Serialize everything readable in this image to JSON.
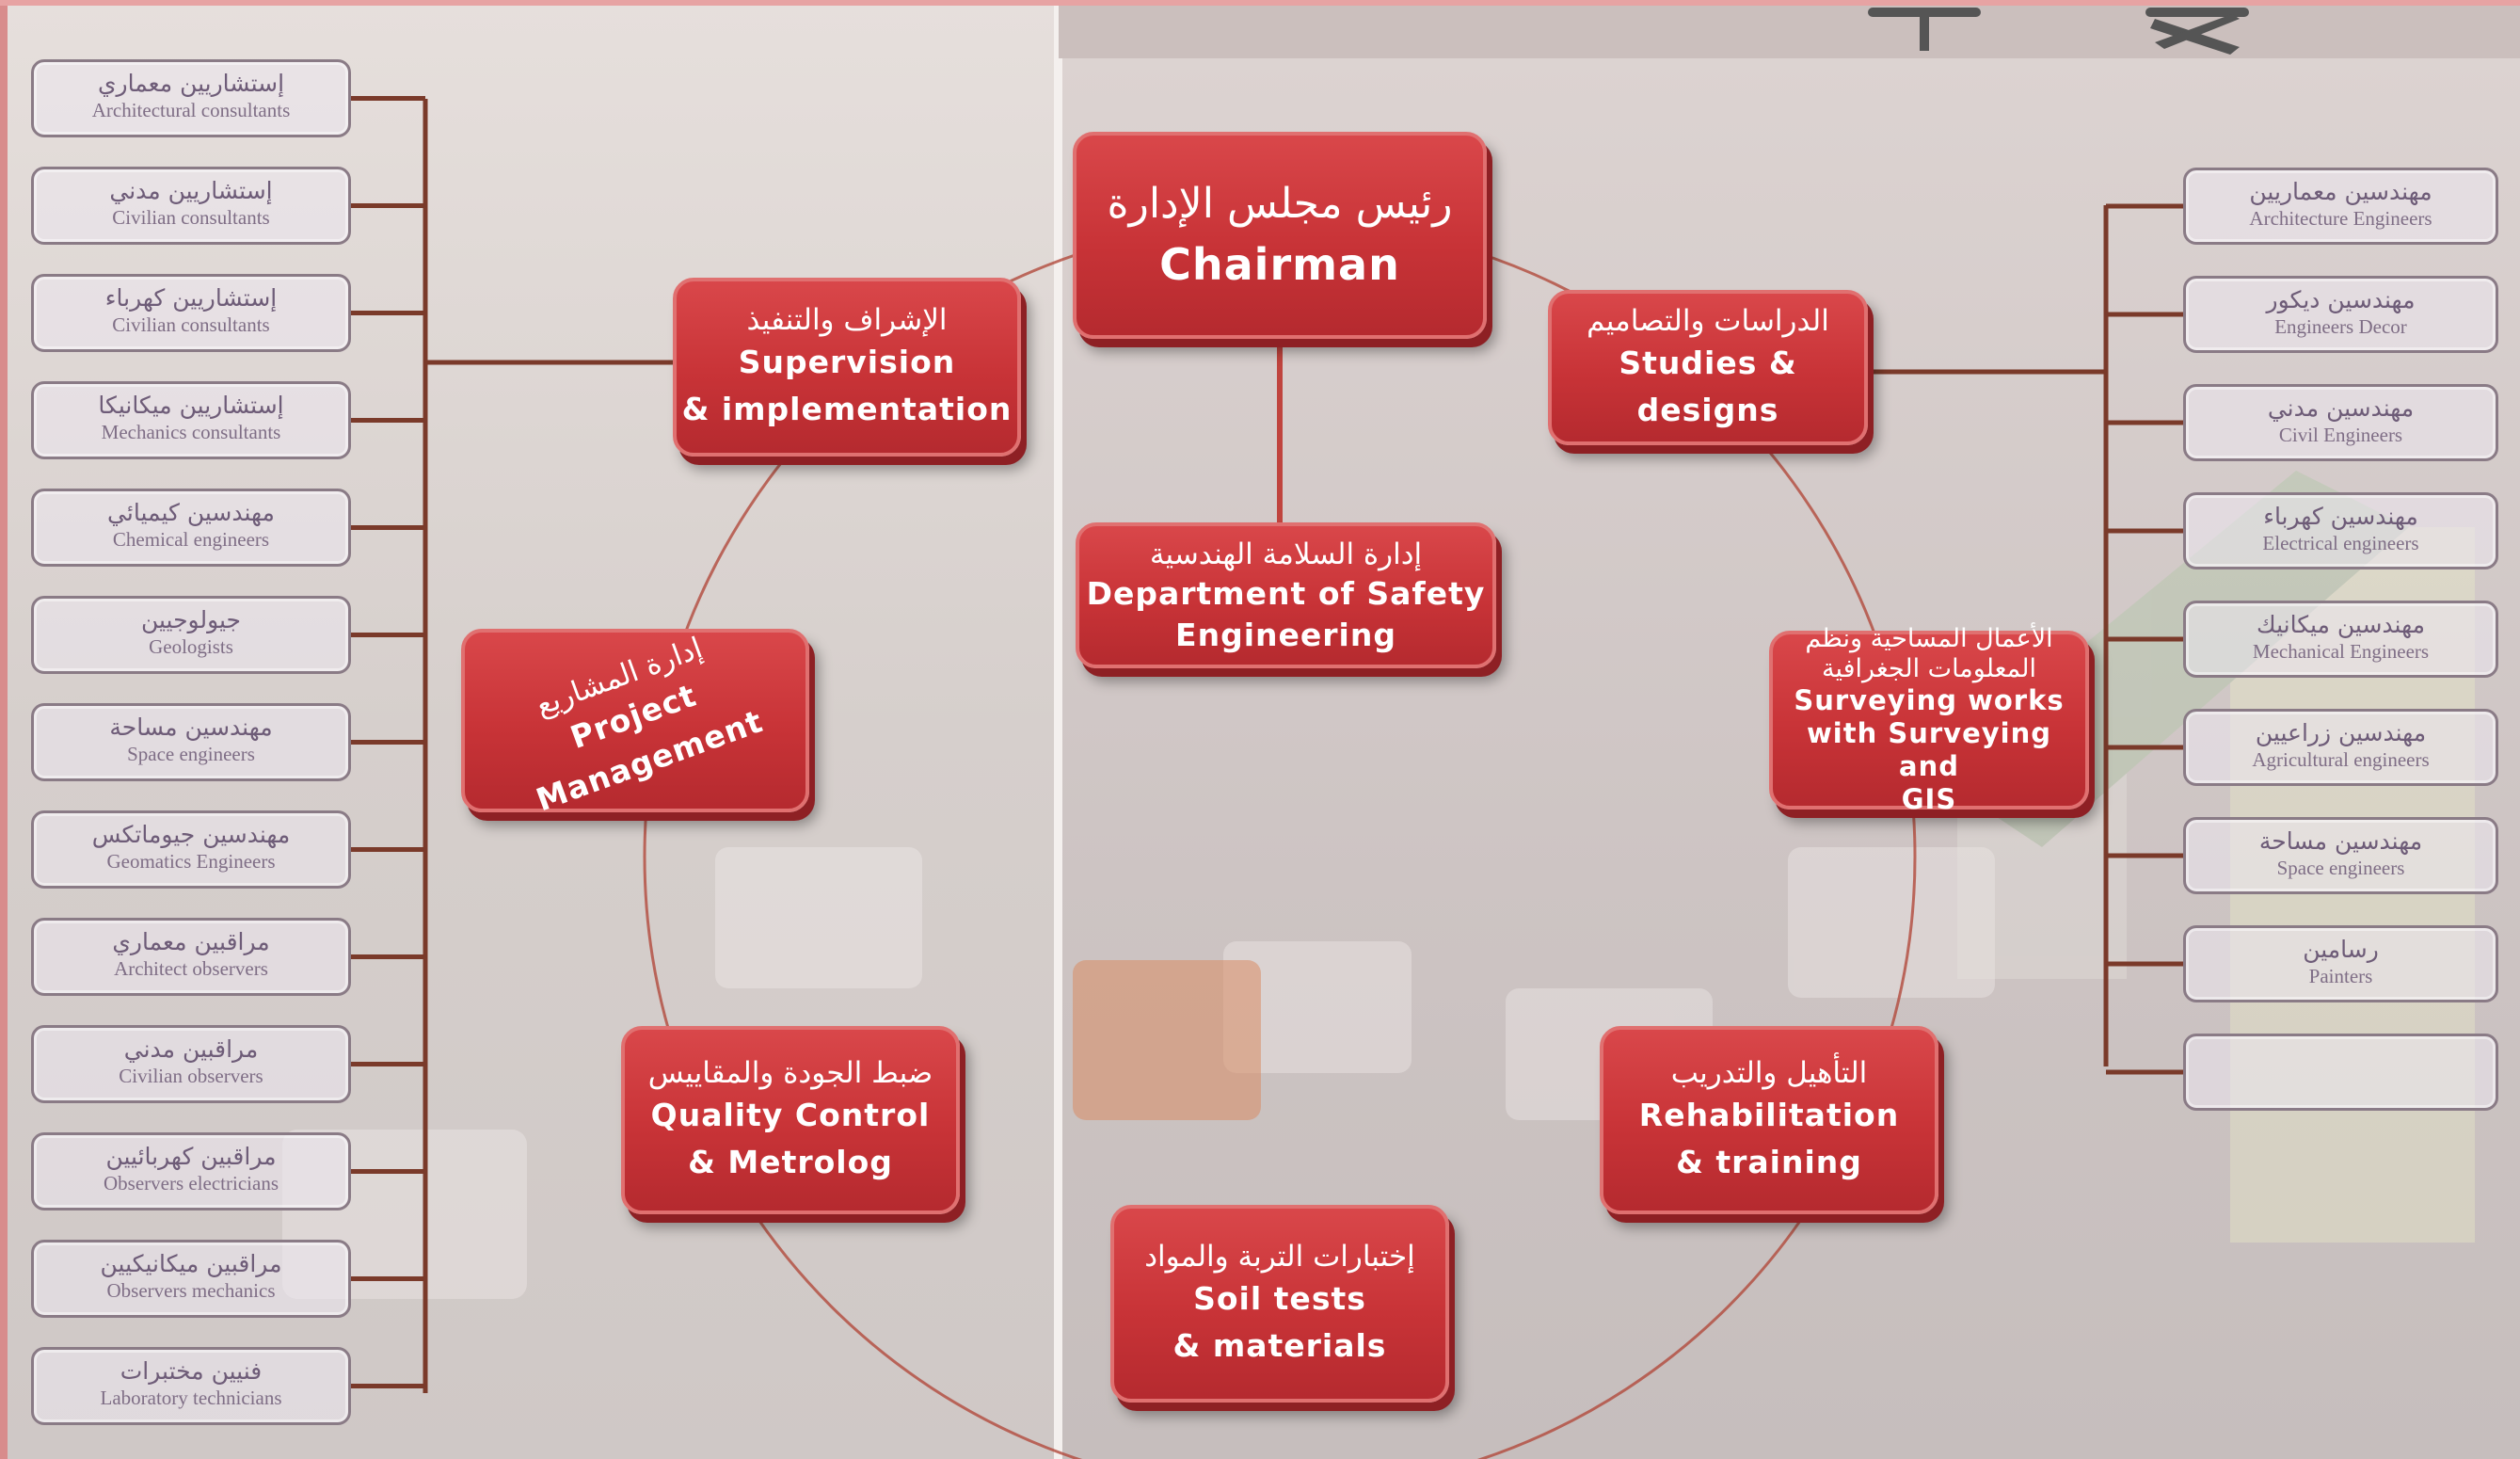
{
  "chairman": {
    "ar": "رئيس مجلس الإدارة",
    "en": "Chairman"
  },
  "safety": {
    "ar": "إدارة السلامة الهندسية",
    "en1": "Department of Safety",
    "en2": "Engineering"
  },
  "supervision": {
    "ar": "الإشراف والتنفيذ",
    "en1": "Supervision",
    "en2": "& implementation"
  },
  "studies": {
    "ar": "الدراسات والتصاميم",
    "en": "Studies & designs"
  },
  "project": {
    "ar": "إدارة المشاريع",
    "en": "Project Management"
  },
  "surveying": {
    "ar1": "الأعمال المساحية ونظم",
    "ar2": "المعلومات الجغرافية",
    "en1": "Surveying works",
    "en2": "with Surveying and",
    "en3": "GIS"
  },
  "quality": {
    "ar": "ضبط الجودة والمقاييس",
    "en1": "Quality Control",
    "en2": "& Metrolog"
  },
  "rehab": {
    "ar": "التأهيل والتدريب",
    "en1": "Rehabilitation",
    "en2": "& training"
  },
  "soil": {
    "ar": "إختبارات التربة والمواد",
    "en1": "Soil tests",
    "en2": "& materials"
  },
  "left_items": [
    {
      "ar": "إستشاريين معماري",
      "en": "Architectural consultants"
    },
    {
      "ar": "إستشاريين مدني",
      "en": "Civilian consultants"
    },
    {
      "ar": "إستشاريين كهرباء",
      "en": "Civilian consultants"
    },
    {
      "ar": "إستشاريين ميكانيكا",
      "en": "Mechanics consultants"
    },
    {
      "ar": "مهندسين كيميائي",
      "en": "Chemical engineers"
    },
    {
      "ar": "جيولوجيين",
      "en": "Geologists"
    },
    {
      "ar": "مهندسين مساحة",
      "en": "Space engineers"
    },
    {
      "ar": "مهندسين جيوماتكس",
      "en": "Geomatics Engineers"
    },
    {
      "ar": "مراقبين معماري",
      "en": "Architect observers"
    },
    {
      "ar": "مراقبين مدني",
      "en": "Civilian observers"
    },
    {
      "ar": "مراقبين كهربائيين",
      "en": "Observers electricians"
    },
    {
      "ar": "مراقبين ميكانيكيين",
      "en": "Observers mechanics"
    },
    {
      "ar": "فنيين مختبرات",
      "en": "Laboratory technicians"
    }
  ],
  "right_items": [
    {
      "ar": "مهندسين معماريين",
      "en": "Architecture Engineers"
    },
    {
      "ar": "مهندسين ديكور",
      "en": "Engineers Decor"
    },
    {
      "ar": "مهندسين مدني",
      "en": "Civil Engineers"
    },
    {
      "ar": "مهندسين كهرباء",
      "en": "Electrical engineers"
    },
    {
      "ar": "مهندسين ميكانيك",
      "en": "Mechanical Engineers"
    },
    {
      "ar": "مهندسين زراعيين",
      "en": "Agricultural engineers"
    },
    {
      "ar": "مهندسين مساحة",
      "en": "Space engineers"
    },
    {
      "ar": "رسامين",
      "en": "Painters"
    },
    {
      "ar": "",
      "en": ""
    }
  ],
  "colors": {
    "node": "#c83337",
    "connector": "#7a3a2a",
    "box_border": "#8a7b86",
    "box_text": "#6e5c78"
  }
}
